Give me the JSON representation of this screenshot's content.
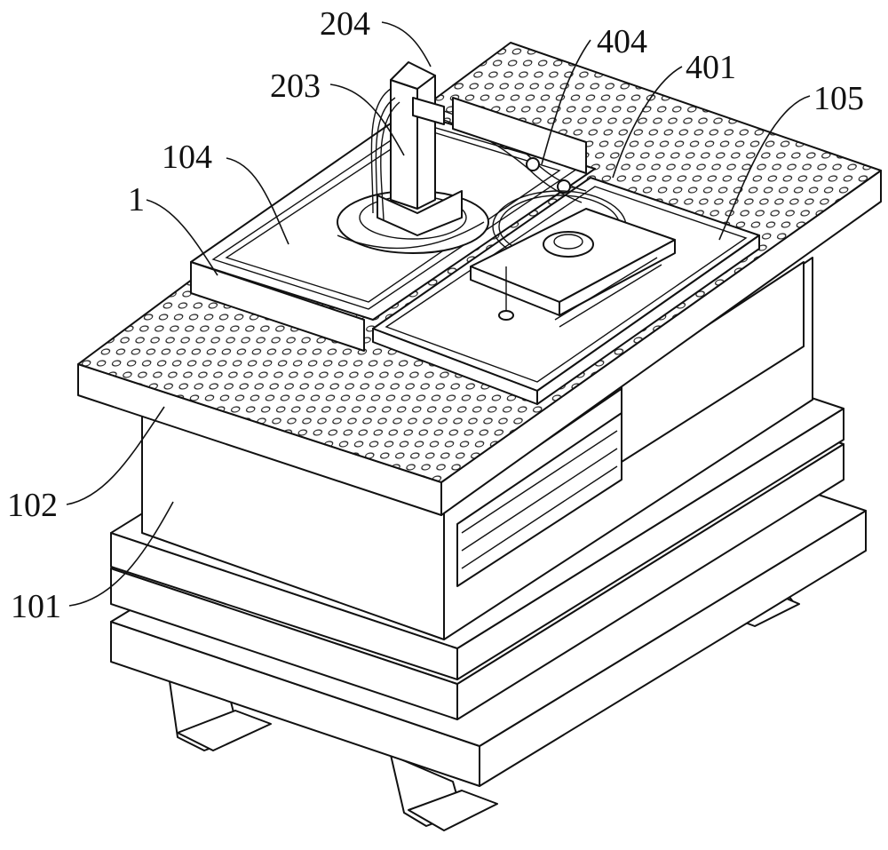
{
  "figure": {
    "labels": {
      "l204": "204",
      "l203": "203",
      "l404": "404",
      "l401": "401",
      "l105": "105",
      "l104": "104",
      "l1": "1",
      "l102": "102",
      "l101": "101"
    }
  }
}
